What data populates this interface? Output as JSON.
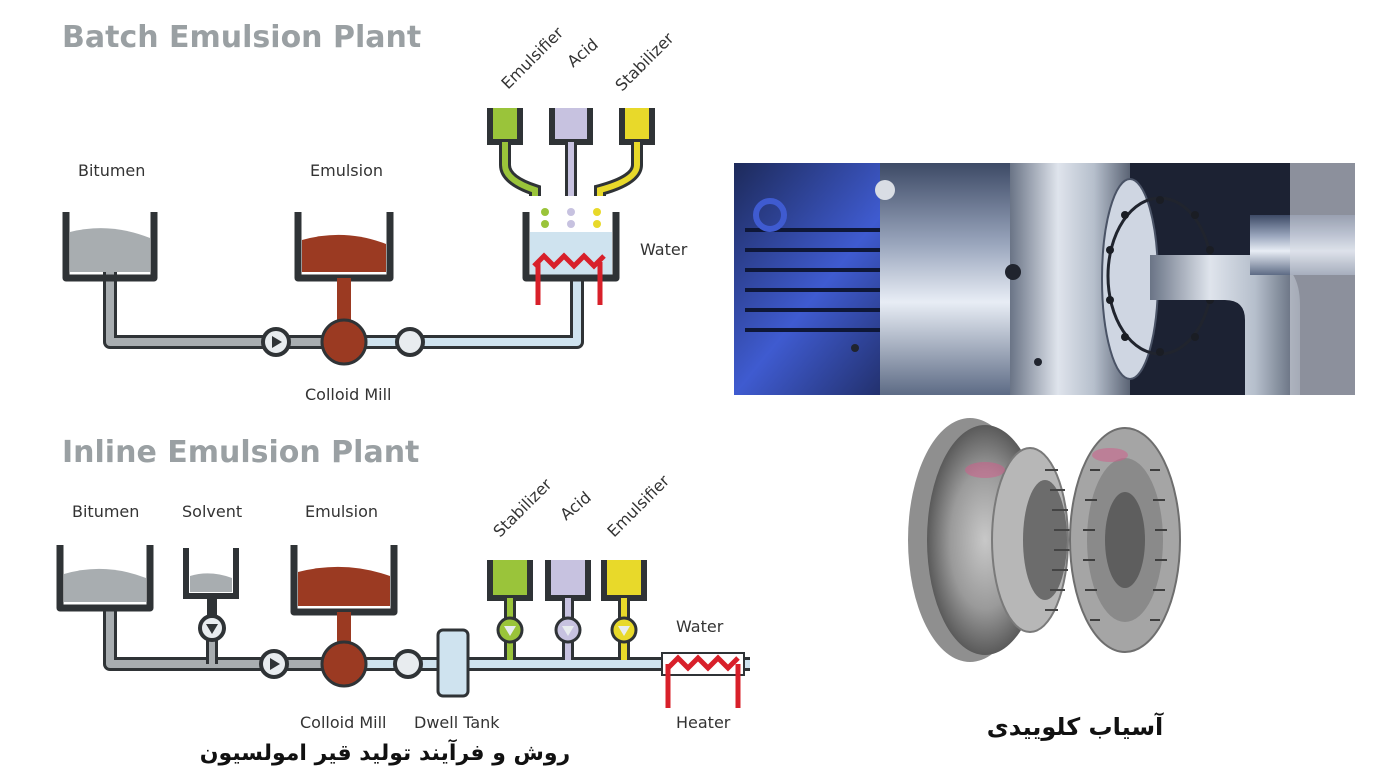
{
  "batch": {
    "title": "Batch Emulsion Plant",
    "bitumen": "Bitumen",
    "emulsion": "Emulsion",
    "emulsifier": "Emulsifier",
    "acid": "Acid",
    "stabilizer": "Stabilizer",
    "water": "Water",
    "colloid_mill": "Colloid Mill"
  },
  "inline": {
    "title": "Inline Emulsion Plant",
    "bitumen": "Bitumen",
    "solvent": "Solvent",
    "emulsion": "Emulsion",
    "stabilizer": "Stabilizer",
    "acid": "Acid",
    "emulsifier": "Emulsifier",
    "water": "Water",
    "colloid_mill": "Colloid Mill",
    "dwell_tank": "Dwell Tank",
    "heater": "Heater"
  },
  "captions": {
    "process": "روش و فرآیند تولید قیر امولسیون",
    "mill": "آسیاب کلوییدی"
  },
  "colors": {
    "bitumen": "#a8adb0",
    "emulsion": "#9b3a22",
    "emulsifier": "#9ac43a",
    "acid": "#c7c2e0",
    "stabilizer": "#e8d92a",
    "water": "#cfe3ef",
    "heater": "#d8202a",
    "outline": "#2f3336"
  }
}
